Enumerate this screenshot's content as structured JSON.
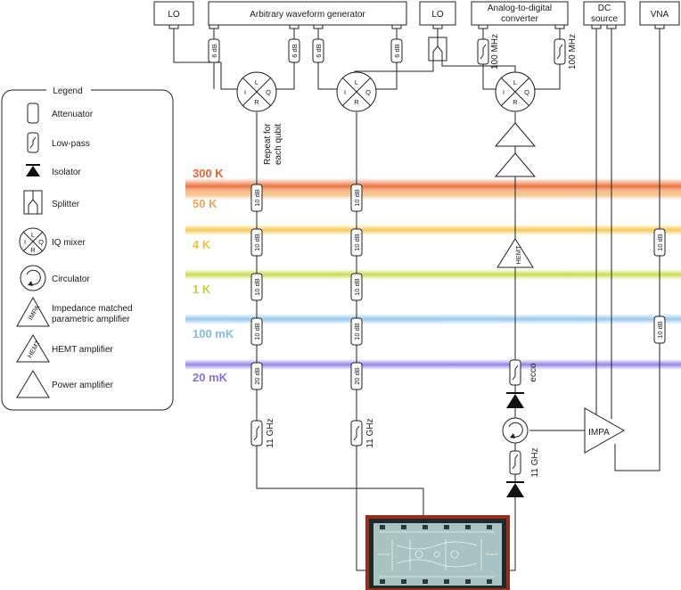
{
  "instruments": {
    "lo_left": "LO",
    "awg": "Arbitrary waveform generator",
    "lo_right": "LO",
    "adc_line1": "Analog-to-digital",
    "adc_line2": "converter",
    "dc_line1": "DC",
    "dc_line2": "source",
    "vna": "VNA"
  },
  "attenuators": {
    "six_db": "6 dB",
    "ten_db": "10 dB",
    "twenty_db": "20 dB"
  },
  "filters": {
    "hundred_mhz": "100 MHz",
    "eleven_ghz": "11 GHz",
    "ecco": "ecco"
  },
  "mixer_ports": {
    "l": "L",
    "i": "I",
    "q": "Q",
    "r": "R"
  },
  "repeat_note": {
    "line1": "Repeat for",
    "line2": "each qubit"
  },
  "amplifiers": {
    "hemt": "HEMT",
    "impa": "IMPA"
  },
  "stages": [
    {
      "label": "300 K",
      "color": "#e8652a"
    },
    {
      "label": "50 K",
      "color": "#f2a65a"
    },
    {
      "label": "4 K",
      "color": "#f3c53f"
    },
    {
      "label": "1 K",
      "color": "#c6d83a"
    },
    {
      "label": "100 mK",
      "color": "#8cc4ec"
    },
    {
      "label": "20 mK",
      "color": "#8f7ee0"
    }
  ],
  "legend": {
    "title": "Legend",
    "items": [
      {
        "label": "Attenuator"
      },
      {
        "label": "Low-pass"
      },
      {
        "label": "Isolator"
      },
      {
        "label": "Splitter"
      },
      {
        "label": "IQ mixer"
      },
      {
        "label": "Circulator"
      },
      {
        "label": "Impedance matched",
        "label2": "parametric amplifier",
        "icon_text": "IMPA"
      },
      {
        "label": "HEMT amplifier",
        "icon_text": "HEMT"
      },
      {
        "label": "Power amplifier"
      }
    ]
  }
}
